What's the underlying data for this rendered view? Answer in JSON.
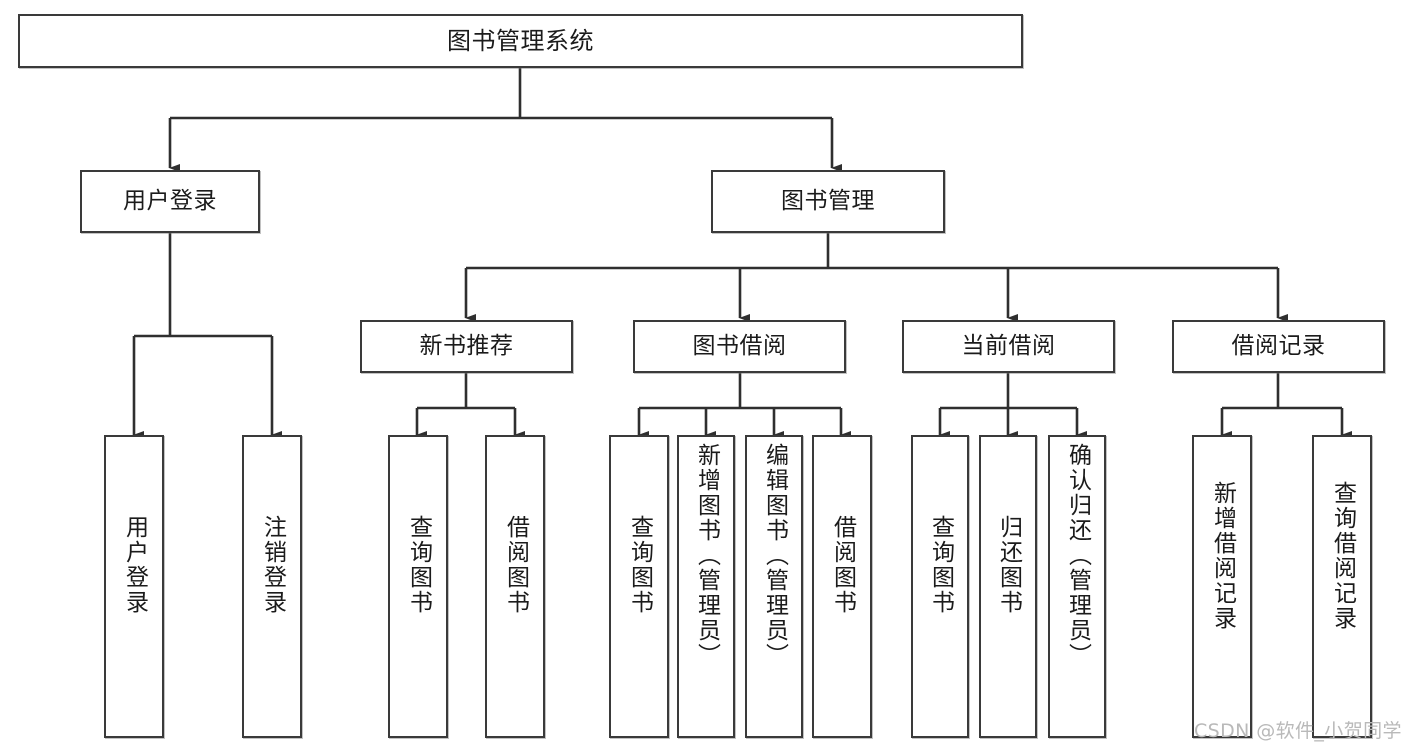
{
  "diagram": {
    "title": "图书管理系统",
    "type": "tree-structure-chart",
    "watermark": "CSDN @软件_小贺同学",
    "colors": {
      "box_border": "#3a3a3a",
      "box_fill": "#ffffff",
      "line": "#2f2f2f",
      "text": "#1b1b1b",
      "watermark": "#b9b9b9",
      "background": "#ffffff"
    }
  },
  "nodes": {
    "root": {
      "label": "图书管理系统"
    },
    "level2": [
      {
        "key": "user-login",
        "label": "用户登录"
      },
      {
        "key": "book-management",
        "label": "图书管理"
      }
    ],
    "level3": [
      {
        "key": "new-book-recommend",
        "label": "新书推荐"
      },
      {
        "key": "book-borrow",
        "label": "图书借阅"
      },
      {
        "key": "current-borrow",
        "label": "当前借阅"
      },
      {
        "key": "borrow-record",
        "label": "借阅记录"
      }
    ],
    "leaves": {
      "user_login": [
        {
          "key": "leaf-user-login",
          "label": "用户登录"
        },
        {
          "key": "leaf-logout-login",
          "label": "注销登录"
        }
      ],
      "new_book_recommend": [
        {
          "key": "leaf-query-book-1",
          "label": "查询图书"
        },
        {
          "key": "leaf-borrow-book-1",
          "label": "借阅图书"
        }
      ],
      "book_borrow": [
        {
          "key": "leaf-query-book-2",
          "label": "查询图书"
        },
        {
          "key": "leaf-add-book",
          "label": "新增图书（管理员）"
        },
        {
          "key": "leaf-edit-book",
          "label": "编辑图书（管理员）"
        },
        {
          "key": "leaf-borrow-book-2",
          "label": "借阅图书"
        }
      ],
      "current_borrow": [
        {
          "key": "leaf-query-book-3",
          "label": "查询图书"
        },
        {
          "key": "leaf-return-book",
          "label": "归还图书"
        },
        {
          "key": "leaf-confirm-return",
          "label": "确认归还（管理员）"
        }
      ],
      "borrow_record": [
        {
          "key": "leaf-add-borrow-record",
          "label": "新增借阅记录"
        },
        {
          "key": "leaf-query-borrow-record",
          "label": "查询借阅记录"
        }
      ]
    }
  }
}
